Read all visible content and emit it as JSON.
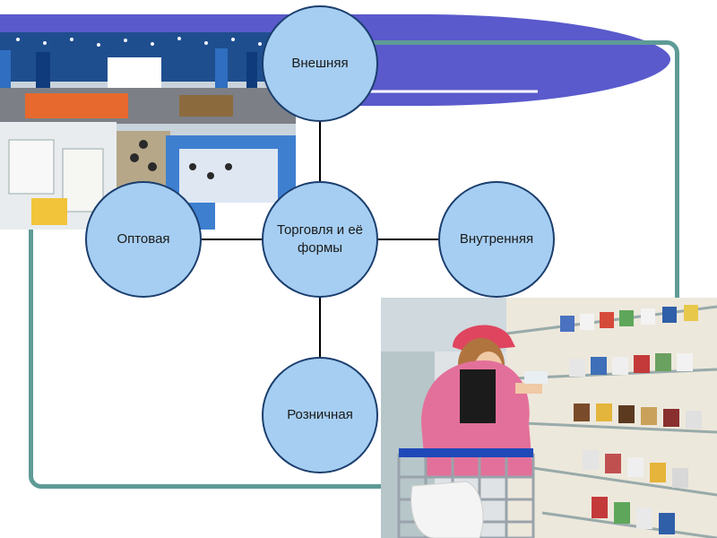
{
  "diagram": {
    "center": {
      "label": "Торговля и её формы"
    },
    "nodes": [
      {
        "id": "external",
        "label": "Внешняя"
      },
      {
        "id": "wholesale",
        "label": "Оптовая"
      },
      {
        "id": "internal",
        "label": "Внутренняя"
      },
      {
        "id": "retail",
        "label": "Розничная"
      }
    ]
  },
  "photos": [
    {
      "id": "trade-fair-hall",
      "subject": "exhibition hall with booths"
    },
    {
      "id": "supermarket-shopper",
      "subject": "woman with cart at supermarket shelf"
    }
  ],
  "colors": {
    "frame": "#5f9b96",
    "banner": "#5a5acc",
    "node_fill": "#a6cef2",
    "node_border": "#1b3e6e",
    "connector": "#000000"
  }
}
